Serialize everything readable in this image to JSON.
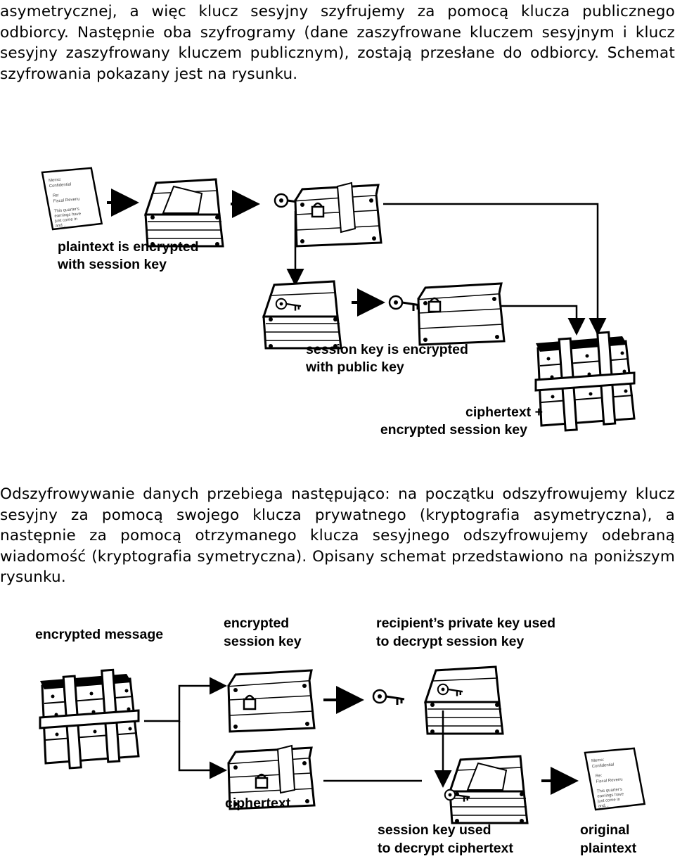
{
  "paragraph_1": "asymetrycznej, a więc klucz sesyjny szyfrujemy za pomocą klucza publicznego odbiorcy. Następnie oba szyfrogramy (dane zaszyfrowane kluczem sesyjnym i klucz sesyjny zaszyfrowany kluczem publicznym), zostają przesłane do odbiorcy. Schemat szyfrowania pokazany jest na rysunku.",
  "paragraph_2": "Odszyfrowywanie danych przebiega następująco: na początku odszyfrowujemy klucz sesyjny za pomocą swojego klucza prywatnego (kryptografia asymetryczna), a następnie za pomocą otrzymanego klucza sesyjnego odszyfrowujemy odebraną wiadomość (kryptografia symetryczna). Opisany schemat przedstawiono na poniższym rysunku.",
  "figure_1": {
    "label_plaintext_encrypted": [
      "plaintext is encrypted",
      "with session key"
    ],
    "label_session_key_encrypted": [
      "session key is encrypted",
      "with public key"
    ],
    "label_ciphertext": [
      "ciphertext +",
      "encrypted session key"
    ],
    "memo_text": [
      "Memo:",
      "Confidential",
      "Re:",
      "Fiscal Revenu",
      "This quarter's",
      "earnings have",
      "just come in",
      "and..."
    ]
  },
  "figure_2": {
    "label_encrypted_message": "encrypted message",
    "label_encrypted_session_key": [
      "encrypted",
      "session key"
    ],
    "label_private_key": [
      "recipient’s private key used",
      "to decrypt session key"
    ],
    "label_ciphertext": "ciphertext",
    "label_session_key_used": [
      "session key used",
      "to decrypt ciphertext"
    ],
    "label_original": [
      "original",
      "plaintext"
    ],
    "memo_text": [
      "Memo:",
      "Confidential",
      "Re:",
      "Fiscal Revenu",
      "This quarter's",
      "earnings have",
      "just come in",
      "and..."
    ]
  }
}
